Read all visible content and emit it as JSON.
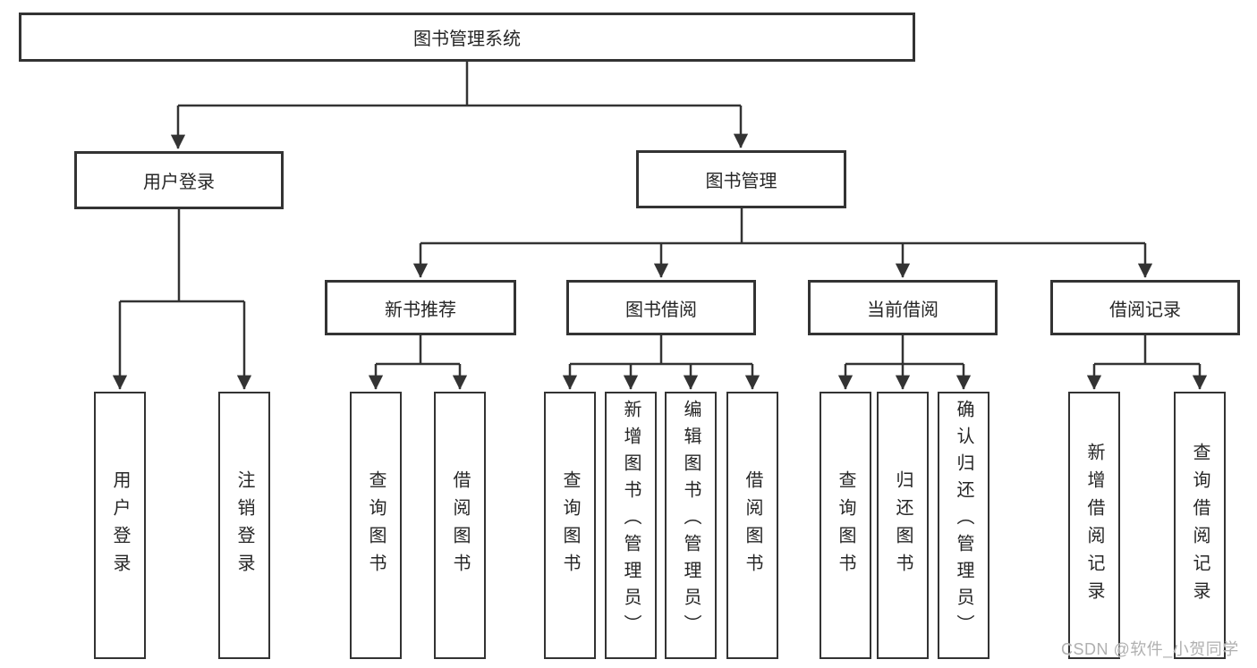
{
  "colors": {
    "line": "#333333",
    "text": "#262626",
    "watermark": "#b0b0b0",
    "background": "#ffffff"
  },
  "watermark": {
    "text": "CSDN @软件_小贺同学"
  },
  "tree": {
    "label": "图书管理系统",
    "children": [
      {
        "label": "用户登录",
        "children": [
          {
            "label": "用户登录"
          },
          {
            "label": "注销登录"
          }
        ]
      },
      {
        "label": "图书管理",
        "children": [
          {
            "label": "新书推荐",
            "children": [
              {
                "label": "查询图书"
              },
              {
                "label": "借阅图书"
              }
            ]
          },
          {
            "label": "图书借阅",
            "children": [
              {
                "label": "查询图书"
              },
              {
                "label": "新增图书（管理员）"
              },
              {
                "label": "编辑图书（管理员）"
              },
              {
                "label": "借阅图书"
              }
            ]
          },
          {
            "label": "当前借阅",
            "children": [
              {
                "label": "查询图书"
              },
              {
                "label": "归还图书"
              },
              {
                "label": "确认归还（管理员）"
              }
            ]
          },
          {
            "label": "借阅记录",
            "children": [
              {
                "label": "新增借阅记录"
              },
              {
                "label": "查询借阅记录"
              }
            ]
          }
        ]
      }
    ]
  }
}
